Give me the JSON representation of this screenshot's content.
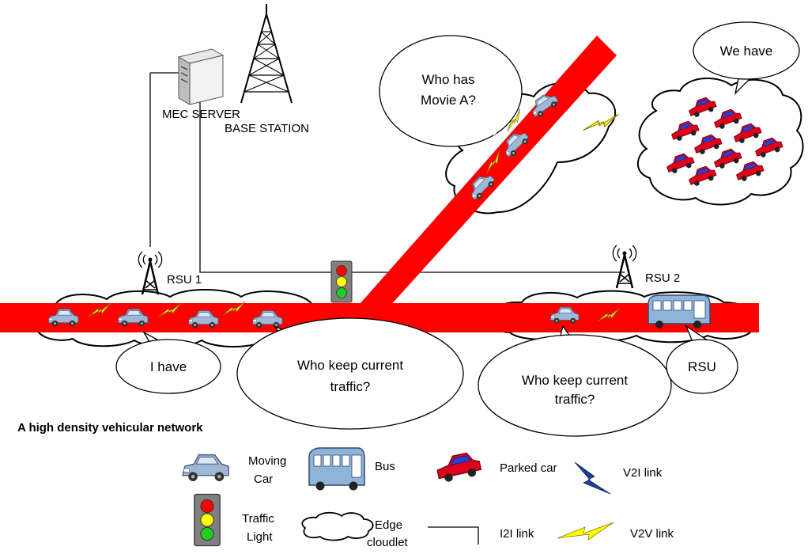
{
  "labels": {
    "mec_server": "MEC SERVER",
    "base_station": "BASE STATION",
    "rsu1": "RSU 1",
    "rsu2": "RSU 2"
  },
  "bubbles": {
    "who_has_line1": "Who has",
    "who_has_line2": "Movie A?",
    "we_have": "We have",
    "i_have": "I have",
    "traffic_left_line1": "Who keep current",
    "traffic_left_line2": "traffic?",
    "traffic_right_line1": "Who keep current",
    "traffic_right_line2": "traffic?",
    "rsu": "RSU"
  },
  "caption": "A high density vehicular network",
  "legend": {
    "moving_car_line1": "Moving",
    "moving_car_line2": "Car",
    "bus": "Bus",
    "parked_car": "Parked car",
    "v2i_link": "V2I link",
    "traffic_light_line1": "Traffic",
    "traffic_light_line2": "Light",
    "edge_cloudlet_line1": "Edge",
    "edge_cloudlet_line2": "cloudlet",
    "i2i_link": "I2I link",
    "v2v_link": "V2V link"
  },
  "colors": {
    "road": "#ff0000",
    "v2v_link": "#ffff00",
    "v2i_link": "#1f3d9c",
    "parked_car": "#e0001a",
    "moving_car": "#9fb8d8",
    "bus": "#8fb3d9"
  }
}
